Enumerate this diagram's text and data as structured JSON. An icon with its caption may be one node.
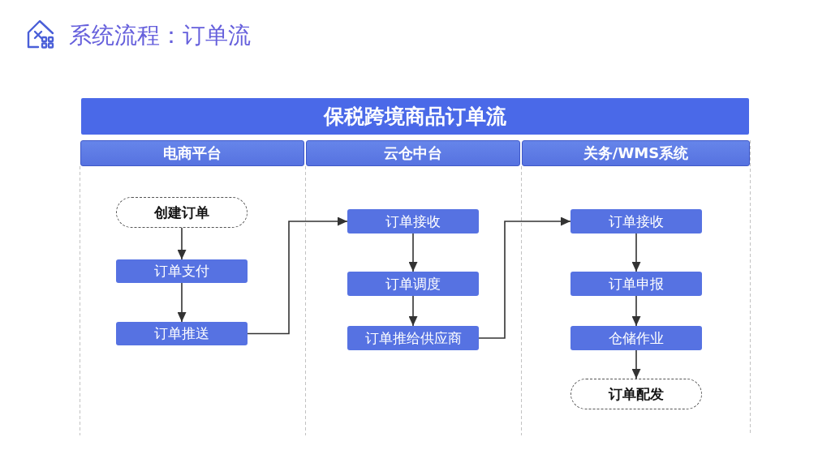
{
  "diagram": {
    "title": "系统流程：订单流",
    "nodes": [
      {
        "text": [
          "保税跨境商品订单流"
        ]
      },
      {
        "text": [
          "电商平台"
        ],
        "in": 0
      },
      {
        "text": [
          "创建订单"
        ],
        "in": 1
      },
      {
        "text": [
          "订单支付"
        ],
        "in": 1
      },
      {
        "text": [
          "订单推送"
        ],
        "in": 1
      },
      {
        "text": [
          "云仓中台"
        ],
        "in": 0
      },
      {
        "text": [
          "订单接收"
        ],
        "in": 5
      },
      {
        "text": [
          "订单调度"
        ],
        "in": 5
      },
      {
        "text": [
          "订单推给供应商"
        ],
        "in": 5
      },
      {
        "text": [
          "关务/WMS系统"
        ],
        "in": 0
      },
      {
        "text": [
          "订单接收"
        ],
        "in": 9
      },
      {
        "text": [
          "订单申报"
        ],
        "in": 9
      },
      {
        "text": [
          "仓储作业"
        ],
        "in": 9
      },
      {
        "text": [
          "订单配发"
        ],
        "in": 9
      }
    ],
    "edges": [
      {
        "from": 2,
        "to": 3,
        "arrow": "to"
      },
      {
        "from": 3,
        "to": 4,
        "arrow": "to"
      },
      {
        "from": 4,
        "to": 6,
        "arrow": "to"
      },
      {
        "from": 6,
        "to": 7,
        "arrow": "to"
      },
      {
        "from": 7,
        "to": 8,
        "arrow": "to"
      },
      {
        "from": 8,
        "to": 10,
        "arrow": "to"
      },
      {
        "from": 10,
        "to": 11,
        "arrow": "to"
      },
      {
        "from": 11,
        "to": 12,
        "arrow": "to"
      },
      {
        "from": 12,
        "to": 13,
        "arrow": "to"
      }
    ]
  }
}
